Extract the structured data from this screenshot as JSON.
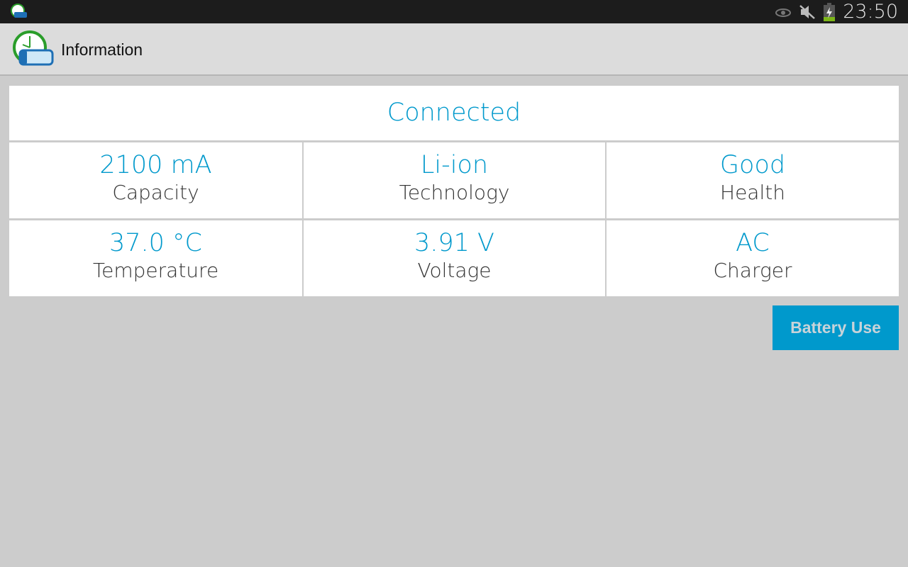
{
  "status_bar": {
    "time": "23:50",
    "icons": [
      "app-notification-icon",
      "eye-icon",
      "mute-icon",
      "battery-charging-icon"
    ]
  },
  "action_bar": {
    "title": "Information"
  },
  "status": "Connected",
  "rows": [
    [
      {
        "value": "2100 mA",
        "label": "Capacity"
      },
      {
        "value": "Li-ion",
        "label": "Technology"
      },
      {
        "value": "Good",
        "label": "Health"
      }
    ],
    [
      {
        "value": "37.0 °C",
        "label": "Temperature"
      },
      {
        "value": "3.91 V",
        "label": "Voltage"
      },
      {
        "value": "AC",
        "label": "Charger"
      }
    ]
  ],
  "button": {
    "label": "Battery Use"
  },
  "colors": {
    "accent": "#0099cc",
    "background": "#cccccc"
  }
}
